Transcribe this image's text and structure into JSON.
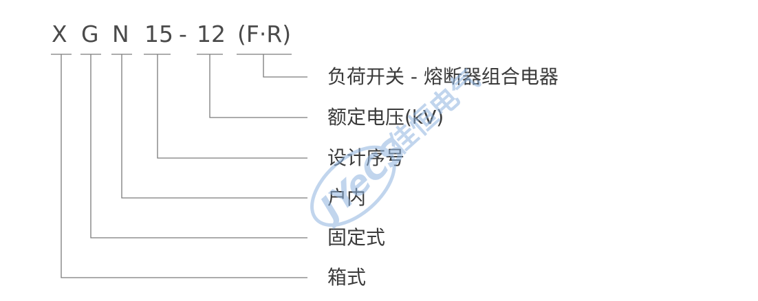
{
  "model_code": {
    "parts": [
      "X",
      "G",
      "N",
      "15",
      "-",
      "12",
      "(F·R)"
    ]
  },
  "descriptions": [
    "负荷开关 - 熔断器组合电器",
    "额定电压(kV)",
    "设计序号",
    "户内",
    "固定式",
    "箱式"
  ],
  "watermark": {
    "logo_text": "JYeCS",
    "name": "佳恒电气"
  },
  "colors": {
    "line": "#7a7a7a",
    "text": "#3a3a3a",
    "watermark_blue": "#8fb4e0"
  }
}
